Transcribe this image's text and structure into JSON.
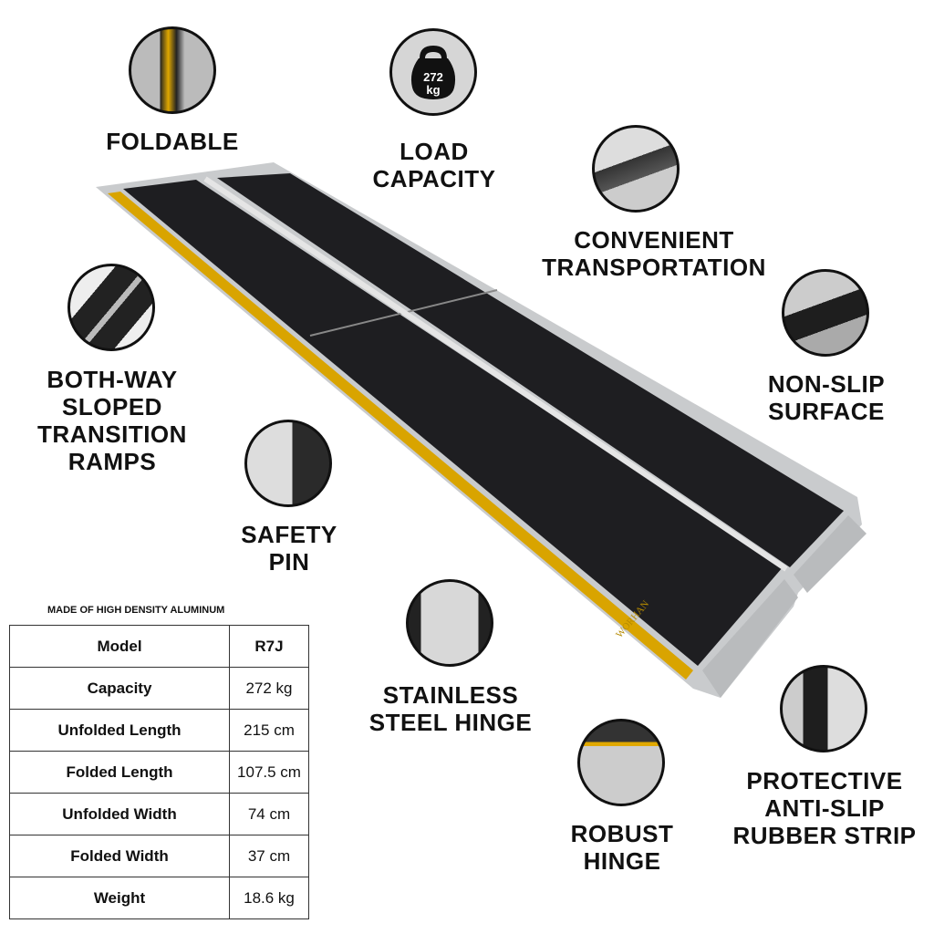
{
  "features": {
    "foldable": [
      "FOLDABLE"
    ],
    "load_capacity": [
      "LOAD",
      "CAPACITY"
    ],
    "load_icon_text": [
      "272",
      "kg"
    ],
    "convenient_transportation": [
      "CONVENIENT",
      "TRANSPORTATION"
    ],
    "non_slip_surface": [
      "NON-SLIP",
      "SURFACE"
    ],
    "transition_ramps": [
      "BOTH-WAY",
      "SLOPED",
      "TRANSITION",
      "RAMPS"
    ],
    "safety_pin": [
      "SAFETY",
      "PIN"
    ],
    "stainless_steel_hinge": [
      "STAINLESS",
      "STEEL HINGE"
    ],
    "robust_hinge": [
      "ROBUST",
      "HINGE"
    ],
    "rubber_strip": [
      "PROTECTIVE",
      "ANTI-SLIP",
      "RUBBER STRIP"
    ]
  },
  "brand": "WORHAN",
  "specs": {
    "caption": "MADE OF HIGH DENSITY ALUMINUM",
    "rows": [
      {
        "key": "Model",
        "value": "R7J"
      },
      {
        "key": "Capacity",
        "value": "272 kg"
      },
      {
        "key": "Unfolded Length",
        "value": "215 cm"
      },
      {
        "key": "Folded Length",
        "value": "107.5 cm"
      },
      {
        "key": "Unfolded Width",
        "value": "74 cm"
      },
      {
        "key": "Folded Width",
        "value": "37 cm"
      },
      {
        "key": "Weight",
        "value": "18.6 kg"
      }
    ]
  },
  "colors": {
    "mat": "#1c1c1e",
    "rail": "#c8cacc",
    "stripe": "#e0a800"
  }
}
